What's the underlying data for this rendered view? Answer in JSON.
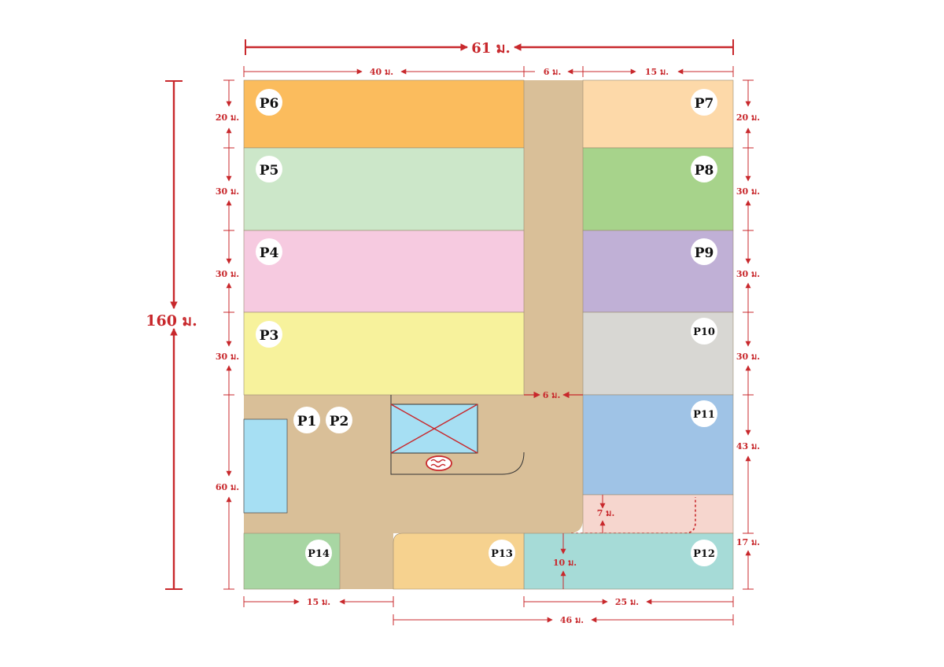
{
  "plots": {
    "p1": "P1",
    "p2": "P2",
    "p3": "P3",
    "p4": "P4",
    "p5": "P5",
    "p6": "P6",
    "p7": "P7",
    "p8": "P8",
    "p9": "P9",
    "p10": "P10",
    "p11": "P11",
    "p12": "P12",
    "p13": "P13",
    "p14": "P14"
  },
  "dimensions": {
    "total_width": "61 ม.",
    "total_height": "160 ม.",
    "top_left_width": "40 ม.",
    "top_road_width": "6 ม.",
    "top_right_width": "15 ม.",
    "road_width_mid": "6 ม.",
    "left_p6": "20 ม.",
    "left_p5": "30 ม.",
    "left_p4": "30 ม.",
    "left_p3": "30 ม.",
    "left_bottom": "60 ม.",
    "right_p7": "20 ม.",
    "right_p8": "30 ม.",
    "right_p9": "30 ม.",
    "right_p10": "30 ม.",
    "right_p11": "43 ม.",
    "right_p12": "17 ม.",
    "inner_7": "7 ม.",
    "inner_10": "10 ม.",
    "bottom_15": "15 ม.",
    "bottom_25": "25 ม.",
    "bottom_46": "46 ม."
  },
  "colors": {
    "road": "#d9bf98",
    "p6": "#fbbc5d",
    "p5": "#cce7c9",
    "p4": "#f6cae0",
    "p3": "#f7f29c",
    "p7": "#fdd9a9",
    "p8": "#a7d38b",
    "p9": "#c0b0d6",
    "p10": "#d8d7d3",
    "p11": "#9fc3e6",
    "p12": "#a6dbd7",
    "p13": "#f6d28f",
    "p14": "#a8d6a3",
    "pink_strip": "#f6d6ce",
    "pool": "#a6dff3",
    "dimension": "#c8282c"
  }
}
